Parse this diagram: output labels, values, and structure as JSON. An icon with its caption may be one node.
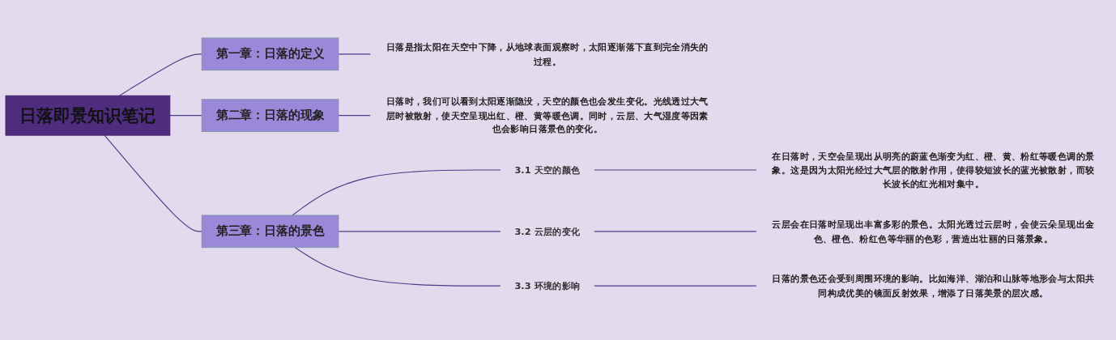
{
  "diagram": {
    "nodes": [
      {
        "text": [
          "日落即景知识笔记"
        ]
      },
      {
        "text": [
          "第一章：日落的定义"
        ]
      },
      {
        "text": [
          "日落是指太阳在天空中下降，从地球表面观察时，太阳逐渐落下直到完全消失的过程。"
        ]
      },
      {
        "text": [
          "第二章：日落的现象"
        ]
      },
      {
        "text": [
          "日落时，我们可以看到太阳逐渐隐没，天空的颜色也会发生变化。光线透过大气层时被散射，使天空呈现出红、橙、黄等暖色调。同时，云层、大气湿度等因素也会影响日落景色的变化。"
        ]
      },
      {
        "text": [
          "第三章：日落的景色"
        ]
      },
      {
        "text": [
          "3.1 天空的颜色"
        ]
      },
      {
        "text": [
          "在日落时，天空会呈现出从明亮的蔚蓝色渐变为红、橙、黄、粉红等暖色调的景象。这是因为太阳光经过大气层的散射作用，使得较短波长的蓝光被散射，而较长波长的红光相对集中。"
        ]
      },
      {
        "text": [
          "3.2 云层的变化"
        ]
      },
      {
        "text": [
          "云层会在日落时呈现出丰富多彩的景色。太阳光透过云层时，会使云朵呈现出金色、橙色、粉红色等华丽的色彩，营造出壮丽的日落景象。"
        ]
      },
      {
        "text": [
          "3.3 环境的影响"
        ]
      },
      {
        "text": [
          "日落的景色还会受到周围环境的影响。比如海洋、湖泊和山脉等地形会与太阳共同构成优美的镜面反射效果，增添了日落美景的层次感。"
        ]
      }
    ],
    "edges": [
      {
        "from": 0,
        "to": 1,
        "arrow": "none"
      },
      {
        "from": 1,
        "to": 2,
        "arrow": "none"
      },
      {
        "from": 0,
        "to": 3,
        "arrow": "none"
      },
      {
        "from": 3,
        "to": 4,
        "arrow": "none"
      },
      {
        "from": 0,
        "to": 5,
        "arrow": "none"
      },
      {
        "from": 5,
        "to": 6,
        "arrow": "none"
      },
      {
        "from": 6,
        "to": 7,
        "arrow": "none"
      },
      {
        "from": 5,
        "to": 8,
        "arrow": "none"
      },
      {
        "from": 8,
        "to": 9,
        "arrow": "none"
      },
      {
        "from": 5,
        "to": 10,
        "arrow": "none"
      },
      {
        "from": 10,
        "to": 11,
        "arrow": "none"
      }
    ]
  }
}
